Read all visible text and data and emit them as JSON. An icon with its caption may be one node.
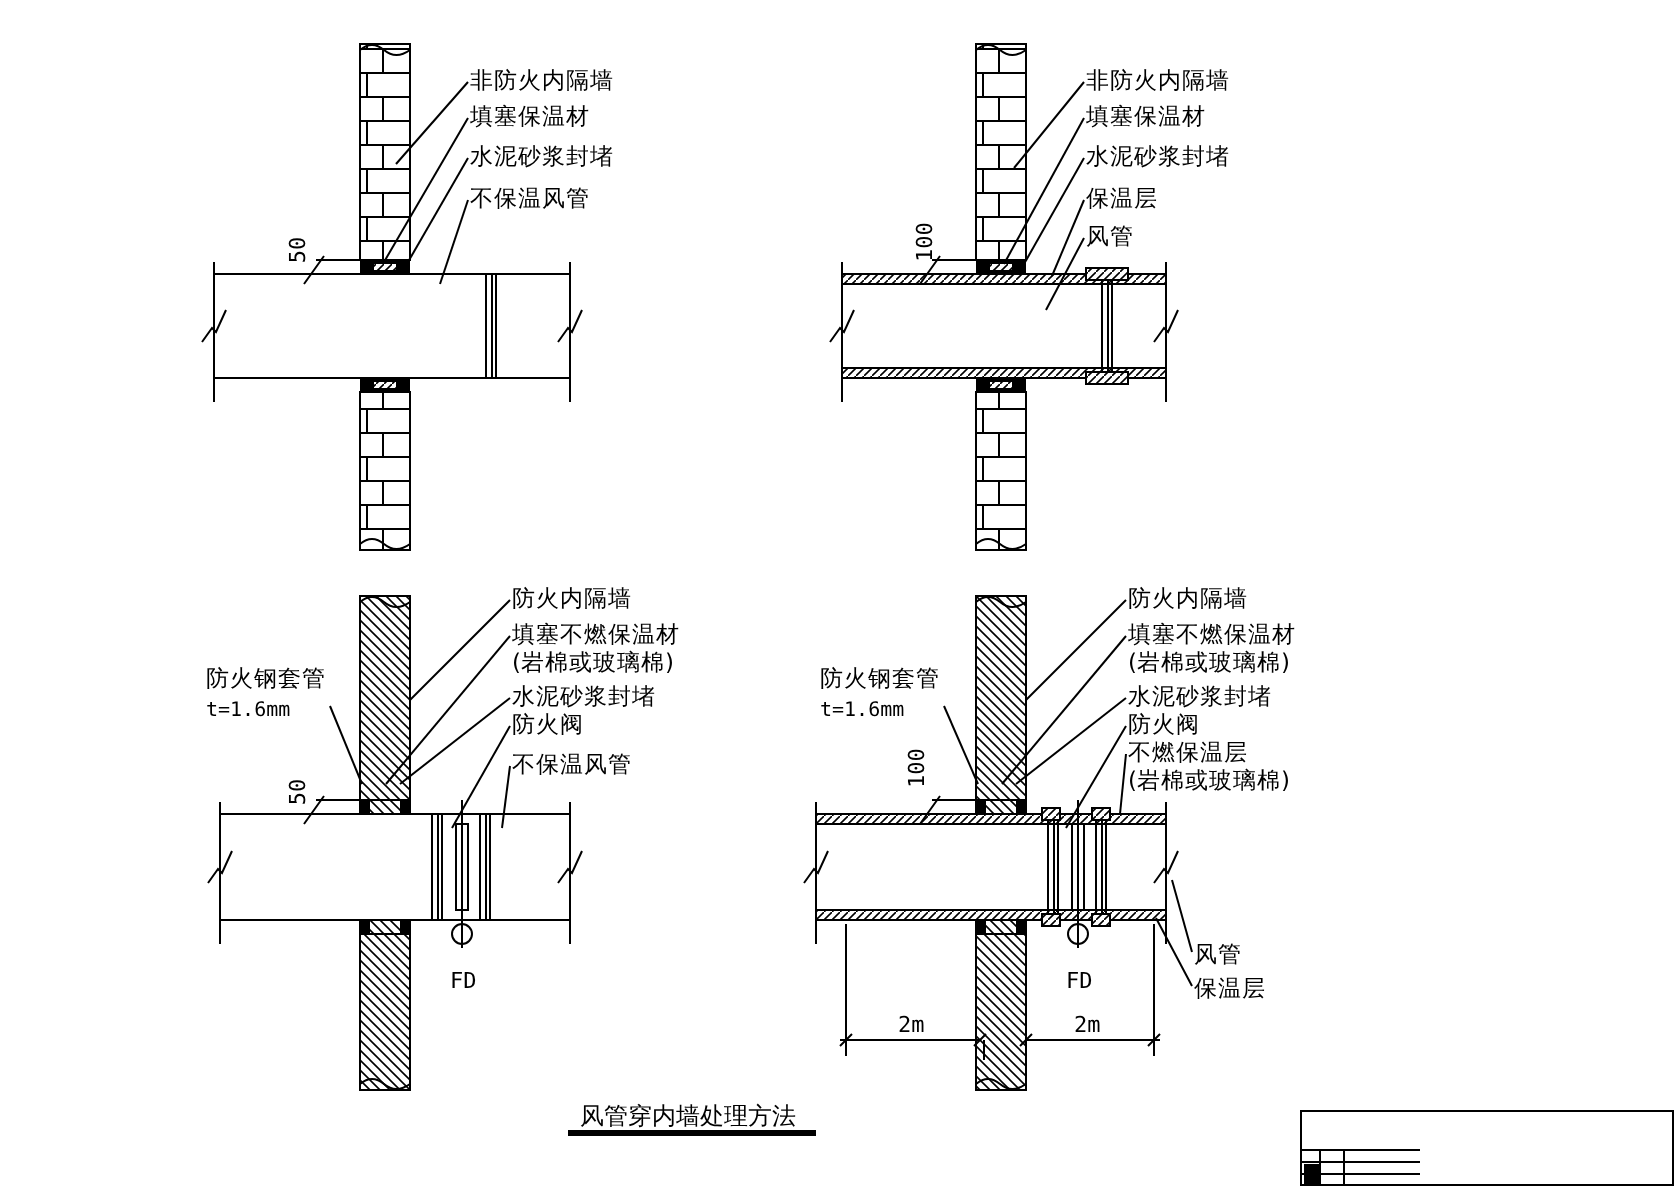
{
  "diagram": {
    "title": "风管穿内墙处理方法",
    "nodes": [
      {
        "text": [
          "非防火内隔墙"
        ]
      },
      {
        "text": [
          "填塞保温材"
        ]
      },
      {
        "text": [
          "水泥砂浆封堵"
        ]
      },
      {
        "text": [
          "不保温风管"
        ]
      },
      {
        "text": [
          "非防火内隔墙"
        ]
      },
      {
        "text": [
          "填塞保温材"
        ]
      },
      {
        "text": [
          "水泥砂浆封堵"
        ]
      },
      {
        "text": [
          "保温层"
        ]
      },
      {
        "text": [
          "风管"
        ]
      },
      {
        "text": [
          "防火钢套管",
          "t=1.6mm"
        ]
      },
      {
        "text": [
          "防火内隔墙"
        ]
      },
      {
        "text": [
          "填塞不燃保温材",
          "(岩棉或玻璃棉)"
        ]
      },
      {
        "text": [
          "水泥砂浆封堵"
        ]
      },
      {
        "text": [
          "防火阀"
        ]
      },
      {
        "text": [
          "不保温风管"
        ]
      },
      {
        "text": [
          "防火钢套管",
          "t=1.6mm"
        ]
      },
      {
        "text": [
          "防火内隔墙"
        ]
      },
      {
        "text": [
          "填塞不燃保温材",
          "(岩棉或玻璃棉)"
        ]
      },
      {
        "text": [
          "水泥砂浆封堵"
        ]
      },
      {
        "text": [
          "防火阀"
        ]
      },
      {
        "text": [
          "不燃保温层",
          "(岩棉或玻璃棉)"
        ]
      },
      {
        "text": [
          "风管"
        ]
      },
      {
        "text": [
          "保温层"
        ]
      }
    ],
    "edges": [
      {
        "from": 0,
        "to": null,
        "arrow": "none"
      },
      {
        "from": 1,
        "to": null,
        "arrow": "none"
      },
      {
        "from": 2,
        "to": null,
        "arrow": "none"
      },
      {
        "from": 3,
        "to": null,
        "arrow": "none"
      },
      {
        "from": 4,
        "to": null,
        "arrow": "none"
      },
      {
        "from": 5,
        "to": null,
        "arrow": "none"
      },
      {
        "from": 6,
        "to": null,
        "arrow": "none"
      },
      {
        "from": 7,
        "to": null,
        "arrow": "none"
      },
      {
        "from": 8,
        "to": null,
        "arrow": "none"
      },
      {
        "from": 9,
        "to": null,
        "arrow": "none"
      },
      {
        "from": 10,
        "to": null,
        "arrow": "none"
      },
      {
        "from": 11,
        "to": null,
        "arrow": "none"
      },
      {
        "from": 12,
        "to": null,
        "arrow": "none"
      },
      {
        "from": 13,
        "to": null,
        "arrow": "none"
      },
      {
        "from": 14,
        "to": null,
        "arrow": "none"
      },
      {
        "from": 15,
        "to": null,
        "arrow": "none"
      },
      {
        "from": 16,
        "to": null,
        "arrow": "none"
      },
      {
        "from": 17,
        "to": null,
        "arrow": "none"
      },
      {
        "from": 18,
        "to": null,
        "arrow": "none"
      },
      {
        "from": 19,
        "to": null,
        "arrow": "none"
      },
      {
        "from": 20,
        "to": null,
        "arrow": "none"
      },
      {
        "from": 21,
        "to": null,
        "arrow": "none"
      },
      {
        "from": 22,
        "to": null,
        "arrow": "none"
      }
    ],
    "labels": [
      "50",
      "100",
      "50",
      "FD",
      "100",
      "FD",
      "2m",
      "2m"
    ]
  }
}
